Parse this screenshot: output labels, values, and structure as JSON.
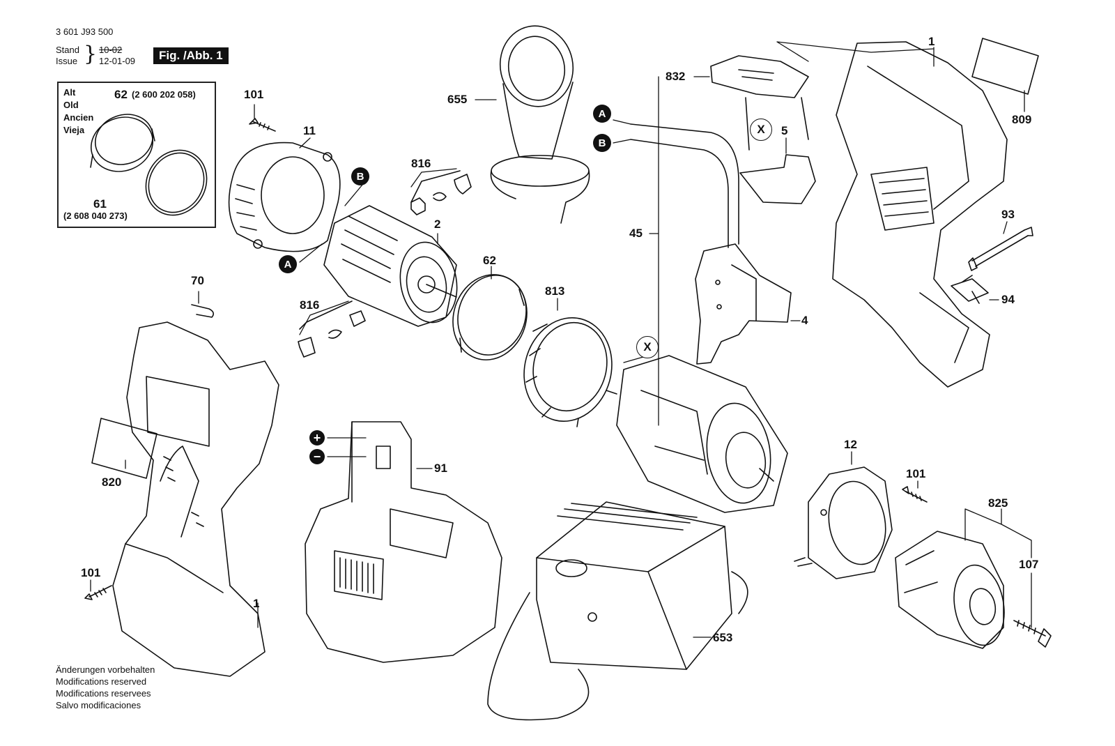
{
  "header": {
    "doc_number": "3 601 J93 500",
    "stand_label": "Stand",
    "issue_label": "Issue",
    "old_date": "10-02",
    "issue_date": "12-01-09",
    "figure_label": "Fig. /Abb. 1"
  },
  "old_parts_box": {
    "labels": [
      "Alt",
      "Old",
      "Ancien",
      "Vieja"
    ],
    "part_62": {
      "number": "62",
      "code": "(2 600 202 058)"
    },
    "part_61": {
      "number": "61",
      "code": "(2 608 040 273)"
    }
  },
  "callouts": {
    "c101a": "101",
    "c11": "11",
    "c816a": "816",
    "c2": "2",
    "c655": "655",
    "c832": "832",
    "c5": "5",
    "c1a": "1",
    "c809": "809",
    "c45": "45",
    "c93": "93",
    "c94": "94",
    "c4": "4",
    "c70": "70",
    "c816b": "816",
    "c62": "62",
    "c813": "813",
    "c820": "820",
    "c91": "91",
    "c12": "12",
    "c101b": "101",
    "c825": "825",
    "c107": "107",
    "c101c": "101",
    "c1b": "1",
    "c653": "653"
  },
  "markers": {
    "A": "A",
    "B": "B",
    "X": "X",
    "plus": "+",
    "minus": "−"
  },
  "footer": {
    "lines": [
      "Änderungen vorbehalten",
      "Modifications reserved",
      "Modifications reservees",
      "Salvo modificaciones"
    ]
  }
}
